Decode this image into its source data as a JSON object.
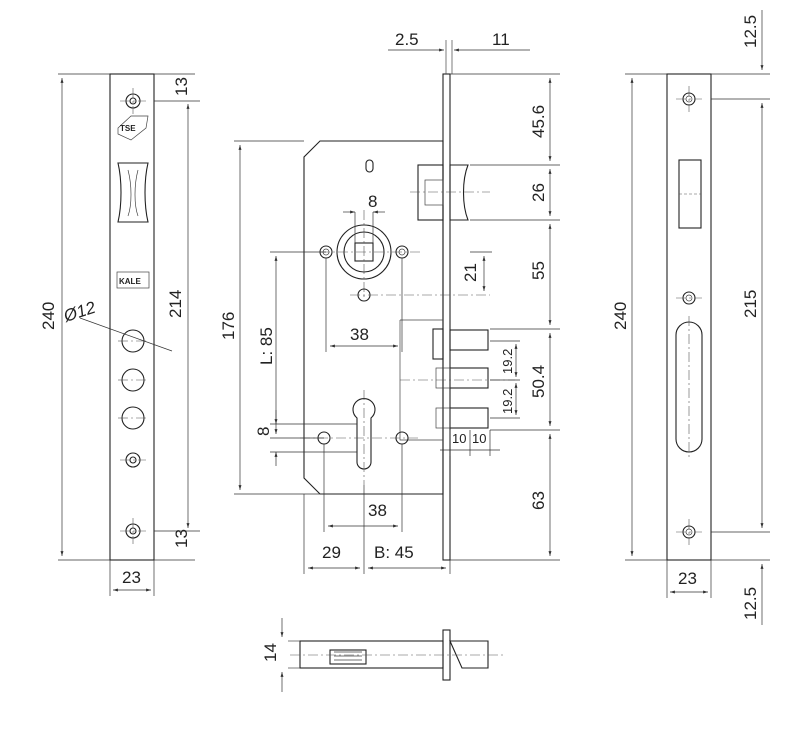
{
  "logos": {
    "tse": "TSE",
    "kale": "KALE"
  },
  "dims": {
    "d_2_5": "2.5",
    "d_11": "11",
    "d_12_5_top": "12.5",
    "d_13_top": "13",
    "d_13_bottom": "13",
    "d_240_left": "240",
    "d_214": "214",
    "d_phi12": "Ø12",
    "d_23_left": "23",
    "d_176": "176",
    "d_8_top": "8",
    "d_L85": "L: 85",
    "d_38_top": "38",
    "d_8_left": "8",
    "d_38_bottom": "38",
    "d_29": "29",
    "d_B45": "B: 45",
    "d_21": "21",
    "d_45_6": "45.6",
    "d_26": "26",
    "d_55": "55",
    "d_50_4": "50.4",
    "d_19_2_a": "19.2",
    "d_19_2_b": "19.2",
    "d_10_a": "10",
    "d_10_b": "10",
    "d_63": "63",
    "d_240_right": "240",
    "d_215": "215",
    "d_23_right": "23",
    "d_12_5_bottom": "12.5",
    "d_14": "14"
  }
}
